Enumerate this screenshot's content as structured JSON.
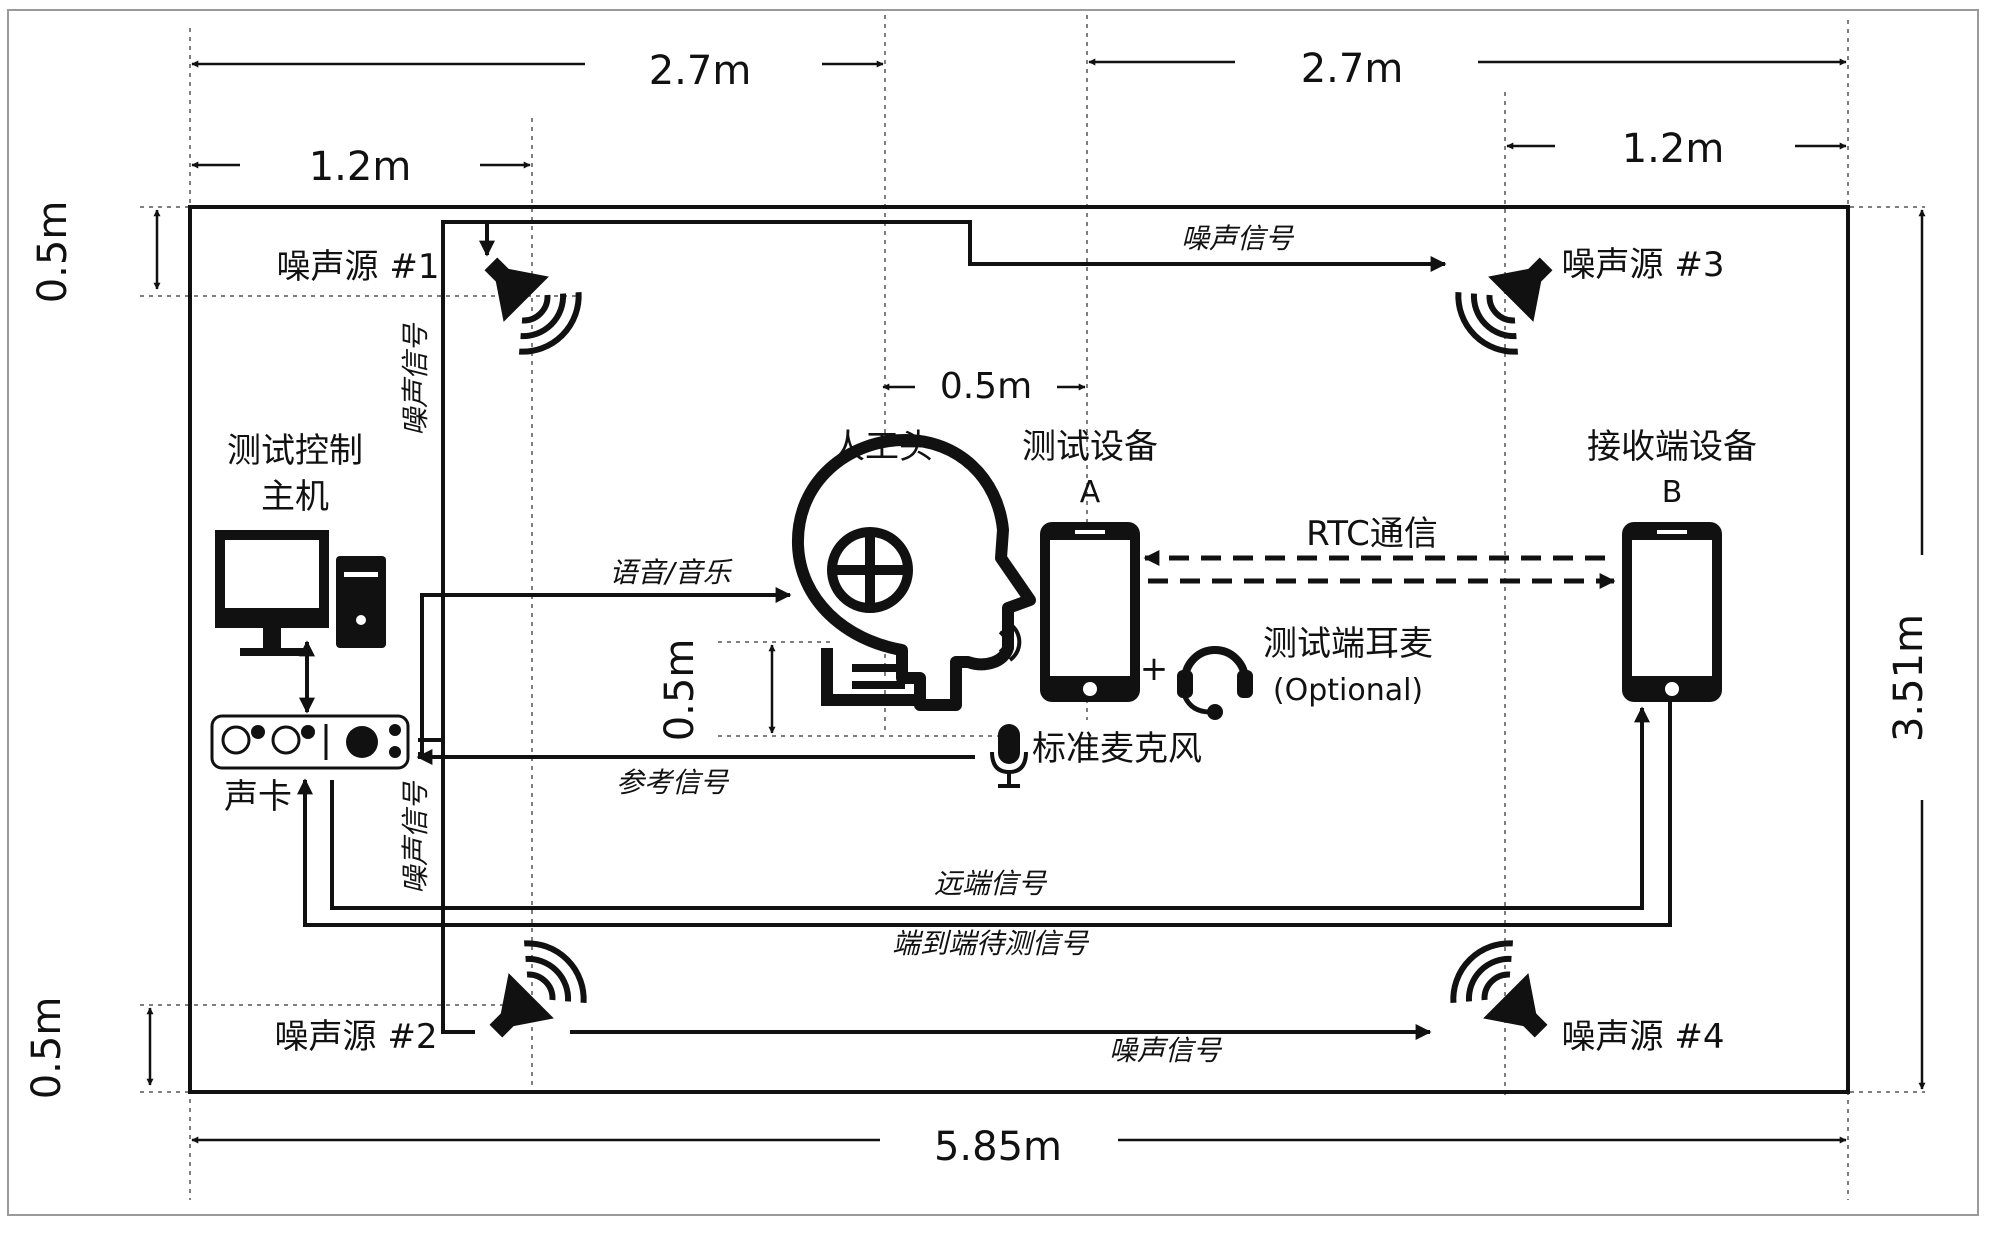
{
  "dimensions": {
    "top_left_span": "2.7m",
    "top_right_span": "2.7m",
    "top_left_offset": "1.2m",
    "top_right_offset": "1.2m",
    "left_top_margin": "0.5m",
    "left_bottom_margin": "0.5m",
    "center_gap": "0.5m",
    "mic_height": "0.5m",
    "room_height": "3.51m",
    "room_width": "5.85m"
  },
  "labels": {
    "noise_source_1": "噪声源 #1",
    "noise_source_2": "噪声源 #2",
    "noise_source_3": "噪声源 #3",
    "noise_source_4": "噪声源 #4",
    "controller_line1": "测试控制",
    "controller_line2": "主机",
    "sound_card": "声卡",
    "artificial_head": "人工头",
    "test_device": "测试设备",
    "test_device_id": "A",
    "receiver_device": "接收端设备",
    "receiver_device_id": "B",
    "headset_line1": "测试端耳麦",
    "headset_line2": "(Optional)",
    "plus": "+",
    "mic": "标准麦克风",
    "rtc": "RTC通信"
  },
  "signals": {
    "noise_top": "噪声信号",
    "noise_left_upper": "噪声信号",
    "noise_left_lower": "噪声信号",
    "noise_bottom": "噪声信号",
    "speech_music": "语音/音乐",
    "reference": "参考信号",
    "far_end": "远端信号",
    "e2e": "端到端待测信号"
  }
}
